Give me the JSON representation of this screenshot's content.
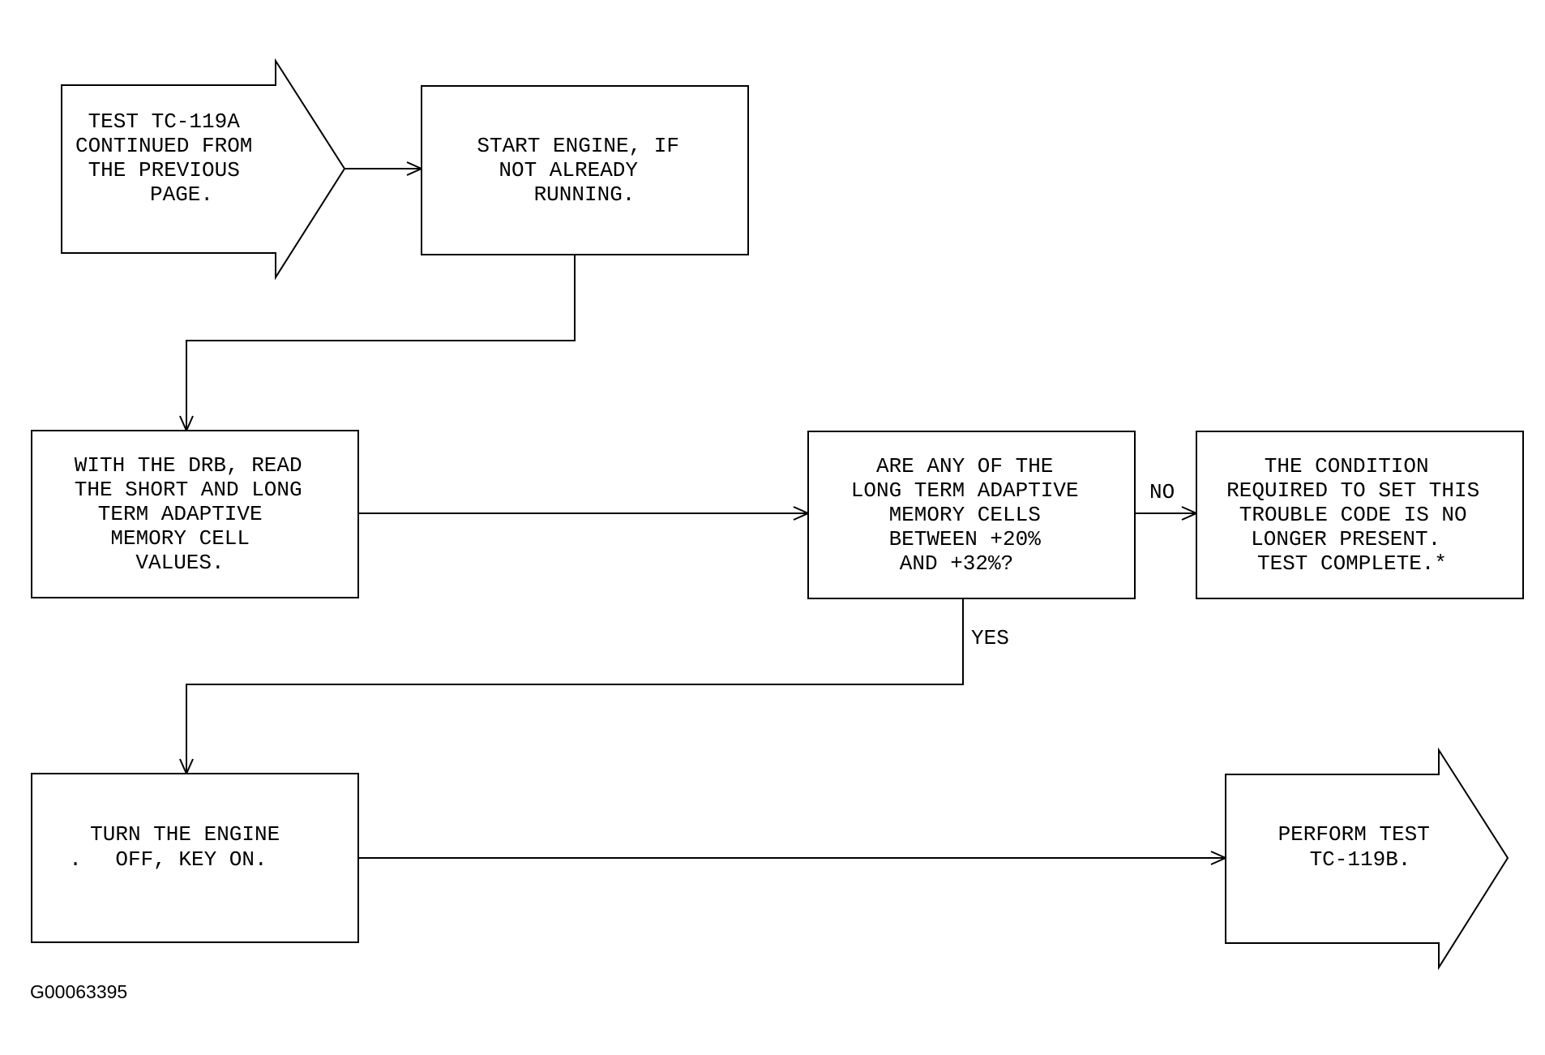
{
  "nodes": {
    "start": {
      "lines": [
        "TEST TC-119A",
        "CONTINUED FROM",
        "THE PREVIOUS",
        "PAGE."
      ]
    },
    "start_engine": {
      "lines": [
        "START ENGINE, IF",
        "NOT ALREADY",
        "RUNNING."
      ]
    },
    "read_values": {
      "lines": [
        "WITH THE DRB, READ",
        "THE SHORT AND LONG",
        "TERM ADAPTIVE",
        "MEMORY CELL",
        "VALUES."
      ]
    },
    "question": {
      "lines": [
        "ARE ANY OF THE",
        "LONG TERM ADAPTIVE",
        "MEMORY CELLS",
        "BETWEEN +20%",
        "AND +32%?"
      ]
    },
    "no_result": {
      "lines": [
        "THE CONDITION",
        "REQUIRED TO SET THIS",
        "TROUBLE CODE IS NO",
        "LONGER PRESENT.",
        "TEST COMPLETE.*"
      ]
    },
    "turn_off": {
      "lines": [
        "TURN THE ENGINE",
        "OFF, KEY ON."
      ]
    },
    "perform": {
      "lines": [
        "PERFORM TEST",
        "TC-119B."
      ]
    }
  },
  "labels": {
    "no": "NO",
    "yes": "YES"
  },
  "figure_id": "G00063395"
}
